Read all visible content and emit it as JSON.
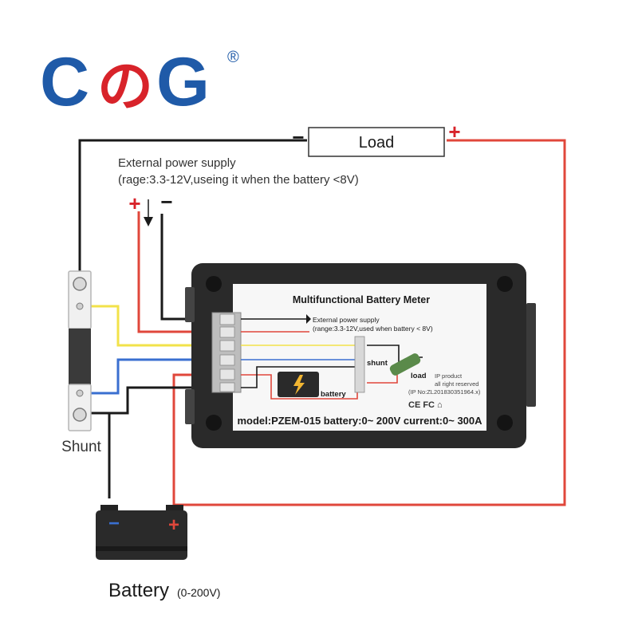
{
  "brand": {
    "logo_c": "C",
    "logo_no": "の",
    "logo_g": "G",
    "registered": "®",
    "colors": {
      "blue": "#1f5aa8",
      "red": "#d8232a"
    }
  },
  "load": {
    "label": "Load",
    "minus": "−",
    "plus": "+"
  },
  "external_supply": {
    "line1": "External power supply",
    "line2": "(rage:3.3-12V,useing it when the battery <8V)",
    "plus": "+",
    "minus": "−"
  },
  "meter": {
    "title": "Multifunctional Battery Meter",
    "ext_line1": "External power supply",
    "ext_line2": "(range:3.3-12V,used when battery < 8V)",
    "shunt": "shunt",
    "load": "load",
    "battery": "battery",
    "ip_line1": "IP product",
    "ip_line2": "all right reserved",
    "ip_line3": "(IP No:ZL201830351964.x)",
    "cert": "CE FC ⌂",
    "model": "model:PZEM-015 battery:0~ 200V current:0~ 300A"
  },
  "shunt": {
    "label": "Shunt"
  },
  "battery": {
    "label": "Battery",
    "range": "(0-200V)",
    "minus": "−",
    "plus": "+"
  },
  "wire_colors": {
    "red": "#e0473b",
    "black": "#1a1a1a",
    "yellow": "#f2e24a",
    "blue": "#3a6fd0"
  }
}
